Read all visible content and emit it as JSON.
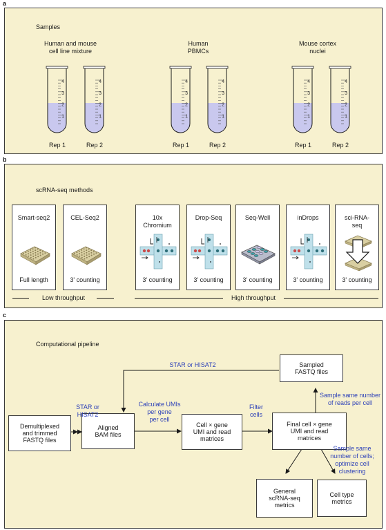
{
  "panels": {
    "a": {
      "letter": "a",
      "title": "Samples",
      "groups": [
        {
          "label": "Human and mouse\ncell line mixture"
        },
        {
          "label": "Human\nPBMCs"
        },
        {
          "label": "Mouse cortex\nnuclei"
        }
      ],
      "tube_scale": [
        "4",
        "3",
        "2",
        "1"
      ],
      "rep_labels": [
        "Rep 1",
        "Rep 2"
      ]
    },
    "b": {
      "letter": "b",
      "title": "scRNA-seq methods",
      "methods": [
        {
          "name": "Smart-seq2",
          "protocol": "Full length"
        },
        {
          "name": "CEL-Seq2",
          "protocol": "3' counting"
        },
        {
          "name": "10x\nChromium",
          "protocol": "3' counting"
        },
        {
          "name": "Drop-Seq",
          "protocol": "3' counting"
        },
        {
          "name": "Seq-Well",
          "protocol": "3' counting"
        },
        {
          "name": "inDrops",
          "protocol": "3' counting"
        },
        {
          "name": "sci-RNA-\nseq",
          "protocol": "3' counting"
        }
      ],
      "low_throughput": "Low throughput",
      "high_throughput": "High throughput"
    },
    "c": {
      "letter": "c",
      "title": "Computational pipeline",
      "nodes": {
        "fastq": "Demultiplexed\nand trimmed\nFASTQ files",
        "bam": "Aligned\nBAM files",
        "matrix": "Cell × gene\nUMI and read\nmatrices",
        "final": "Final cell × gene\nUMI and read\nmatrices",
        "sampled": "Sampled\nFASTQ files",
        "general": "General\nscRNA-seq\nmetrics",
        "celltype": "Cell type\nmetrics"
      },
      "edges": {
        "align": "STAR or\nHISAT2",
        "realign": "STAR or HISAT2",
        "umi": "Calculate UMIs\nper gene\nper cell",
        "filter": "Filter\ncells",
        "sample_reads": "Sample same number\nof reads per cell",
        "sample_cells": "Sample same\nnumber of cells;\noptimize cell\nclustering"
      }
    }
  },
  "colors": {
    "panel_bg": "#f7f1cf",
    "liquid": "#c9c8ee",
    "edge_label": "#2b3fb8"
  }
}
